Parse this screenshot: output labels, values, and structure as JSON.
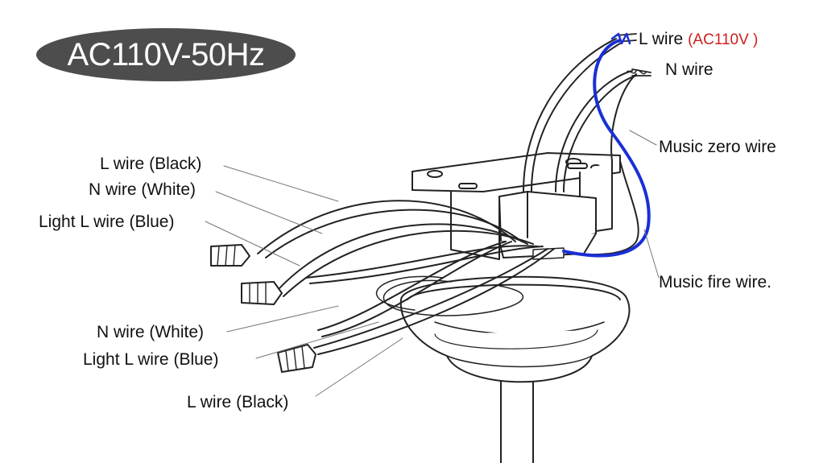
{
  "badge": {
    "text": "AC110V-50Hz"
  },
  "labels": {
    "l_wire_top": "L wire",
    "l_wire_voltage": "(AC110V )",
    "n_wire_top": "N wire",
    "music_zero": "Music zero wire",
    "music_fire": "Music fire wire.",
    "l_wire_black_1": "L wire (Black)",
    "n_wire_white_1": "N wire (White)",
    "light_l_blue_1": "Light  L wire (Blue)",
    "n_wire_white_2": "N wire (White)",
    "light_l_blue_2": "Light   L wire (Blue)",
    "l_wire_black_2": "L  wire (Black)"
  },
  "colors": {
    "line": "#222222",
    "blue_wire": "#1a2fd6",
    "badge_bg": "#4d4d4d",
    "voltage_text": "#cc1f1f"
  }
}
